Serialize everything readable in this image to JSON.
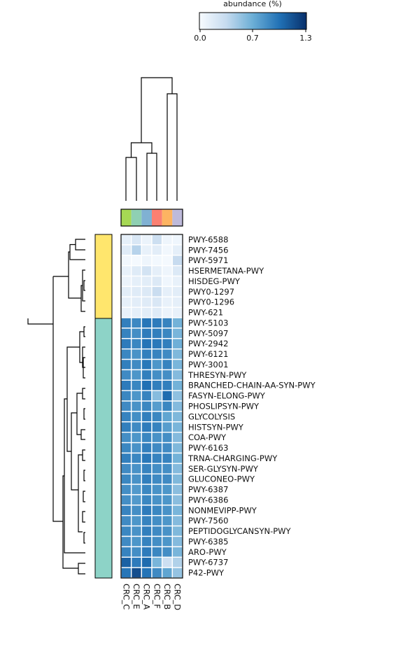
{
  "chart_data": {
    "type": "heatmap",
    "colorbar": {
      "title": "abundance (%)",
      "min": 0.0,
      "max": 1.3,
      "ticks": [
        "0.0",
        "0.7",
        "1.3"
      ],
      "colormap": "Blues"
    },
    "columns": [
      "CRC_C",
      "CRC_E",
      "CRC_A",
      "CRC_F",
      "CRC_B",
      "CRC_D"
    ],
    "column_group_colors": [
      "#a6d854",
      "#8fd0b3",
      "#80b1d3",
      "#fb8072",
      "#fdb462",
      "#bebada"
    ],
    "row_group_colors": {
      "upper": "#ffe66d",
      "lower": "#8dd3c7"
    },
    "rows": [
      {
        "name": "PWY-6588",
        "group": "upper",
        "values": [
          0.12,
          0.2,
          0.08,
          0.28,
          0.06,
          0.05
        ]
      },
      {
        "name": "PWY-7456",
        "group": "upper",
        "values": [
          0.16,
          0.38,
          0.1,
          0.14,
          0.04,
          0.12
        ]
      },
      {
        "name": "PWY-5971",
        "group": "upper",
        "values": [
          0.04,
          0.02,
          0.06,
          0.03,
          0.02,
          0.32
        ]
      },
      {
        "name": "HSERMETANA-PWY",
        "group": "upper",
        "values": [
          0.1,
          0.16,
          0.24,
          0.12,
          0.06,
          0.18
        ]
      },
      {
        "name": "HISDEG-PWY",
        "group": "upper",
        "values": [
          0.08,
          0.12,
          0.14,
          0.18,
          0.05,
          0.1
        ]
      },
      {
        "name": "PWY0-1297",
        "group": "upper",
        "values": [
          0.14,
          0.16,
          0.18,
          0.3,
          0.12,
          0.14
        ]
      },
      {
        "name": "PWY0-1296",
        "group": "upper",
        "values": [
          0.12,
          0.14,
          0.16,
          0.2,
          0.1,
          0.12
        ]
      },
      {
        "name": "PWY-621",
        "group": "upper",
        "values": [
          0.1,
          0.12,
          0.14,
          0.16,
          0.08,
          0.1
        ]
      },
      {
        "name": "PWY-5103",
        "group": "lower",
        "values": [
          0.9,
          0.85,
          0.95,
          0.92,
          0.88,
          0.62
        ]
      },
      {
        "name": "PWY-5097",
        "group": "lower",
        "values": [
          0.88,
          0.82,
          0.92,
          0.9,
          0.86,
          0.6
        ]
      },
      {
        "name": "PWY-2942",
        "group": "lower",
        "values": [
          0.92,
          0.86,
          0.96,
          0.93,
          0.9,
          0.64
        ]
      },
      {
        "name": "PWY-6121",
        "group": "lower",
        "values": [
          0.86,
          0.8,
          0.9,
          0.88,
          0.84,
          0.58
        ]
      },
      {
        "name": "PWY-3001",
        "group": "lower",
        "values": [
          0.9,
          0.84,
          0.94,
          0.78,
          0.88,
          0.6
        ]
      },
      {
        "name": "THRESYN-PWY",
        "group": "lower",
        "values": [
          0.84,
          0.78,
          0.9,
          0.82,
          0.82,
          0.56
        ]
      },
      {
        "name": "BRANCHED-CHAIN-AA-SYN-PWY",
        "group": "lower",
        "values": [
          0.92,
          0.86,
          0.98,
          0.9,
          0.9,
          0.62
        ]
      },
      {
        "name": "FASYN-ELONG-PWY",
        "group": "lower",
        "values": [
          0.86,
          0.78,
          0.88,
          0.55,
          1.0,
          0.52
        ]
      },
      {
        "name": "PHOSLIPSYN-PWY",
        "group": "lower",
        "values": [
          0.84,
          0.8,
          0.86,
          0.74,
          0.86,
          0.56
        ]
      },
      {
        "name": "GLYCOLYSIS",
        "group": "lower",
        "values": [
          0.88,
          0.82,
          0.9,
          0.86,
          0.7,
          0.58
        ]
      },
      {
        "name": "HISTSYN-PWY",
        "group": "lower",
        "values": [
          0.9,
          0.84,
          0.92,
          0.88,
          0.74,
          0.6
        ]
      },
      {
        "name": "COA-PWY",
        "group": "lower",
        "values": [
          0.82,
          0.78,
          0.86,
          0.8,
          0.82,
          0.56
        ]
      },
      {
        "name": "PWY-6163",
        "group": "lower",
        "values": [
          0.86,
          0.8,
          0.9,
          0.84,
          0.84,
          0.58
        ]
      },
      {
        "name": "TRNA-CHARGING-PWY",
        "group": "lower",
        "values": [
          0.9,
          0.86,
          0.94,
          0.88,
          0.88,
          0.62
        ]
      },
      {
        "name": "SER-GLYSYN-PWY",
        "group": "lower",
        "values": [
          0.84,
          0.8,
          0.88,
          0.82,
          0.82,
          0.56
        ]
      },
      {
        "name": "GLUCONEO-PWY",
        "group": "lower",
        "values": [
          0.86,
          0.8,
          0.9,
          0.84,
          0.84,
          0.58
        ]
      },
      {
        "name": "PWY-6387",
        "group": "lower",
        "values": [
          0.82,
          0.76,
          0.86,
          0.8,
          0.78,
          0.54
        ]
      },
      {
        "name": "PWY-6386",
        "group": "lower",
        "values": [
          0.82,
          0.76,
          0.86,
          0.8,
          0.78,
          0.54
        ]
      },
      {
        "name": "NONMEVIPP-PWY",
        "group": "lower",
        "values": [
          0.88,
          0.82,
          0.92,
          0.86,
          0.8,
          0.6
        ]
      },
      {
        "name": "PWY-7560",
        "group": "lower",
        "values": [
          0.84,
          0.78,
          0.88,
          0.82,
          0.78,
          0.56
        ]
      },
      {
        "name": "PEPTIDOGLYCANSYN-PWY",
        "group": "lower",
        "values": [
          0.86,
          0.8,
          0.9,
          0.84,
          0.8,
          0.58
        ]
      },
      {
        "name": "PWY-6385",
        "group": "lower",
        "values": [
          0.84,
          0.78,
          0.88,
          0.82,
          0.78,
          0.56
        ]
      },
      {
        "name": "ARO-PWY",
        "group": "lower",
        "values": [
          0.88,
          0.82,
          0.92,
          0.86,
          0.82,
          0.6
        ]
      },
      {
        "name": "PWY-6737",
        "group": "lower",
        "values": [
          1.05,
          0.92,
          1.0,
          0.6,
          0.28,
          0.4
        ]
      },
      {
        "name": "P42-PWY",
        "group": "lower",
        "values": [
          0.95,
          1.15,
          0.96,
          0.84,
          0.7,
          0.5
        ]
      }
    ]
  }
}
